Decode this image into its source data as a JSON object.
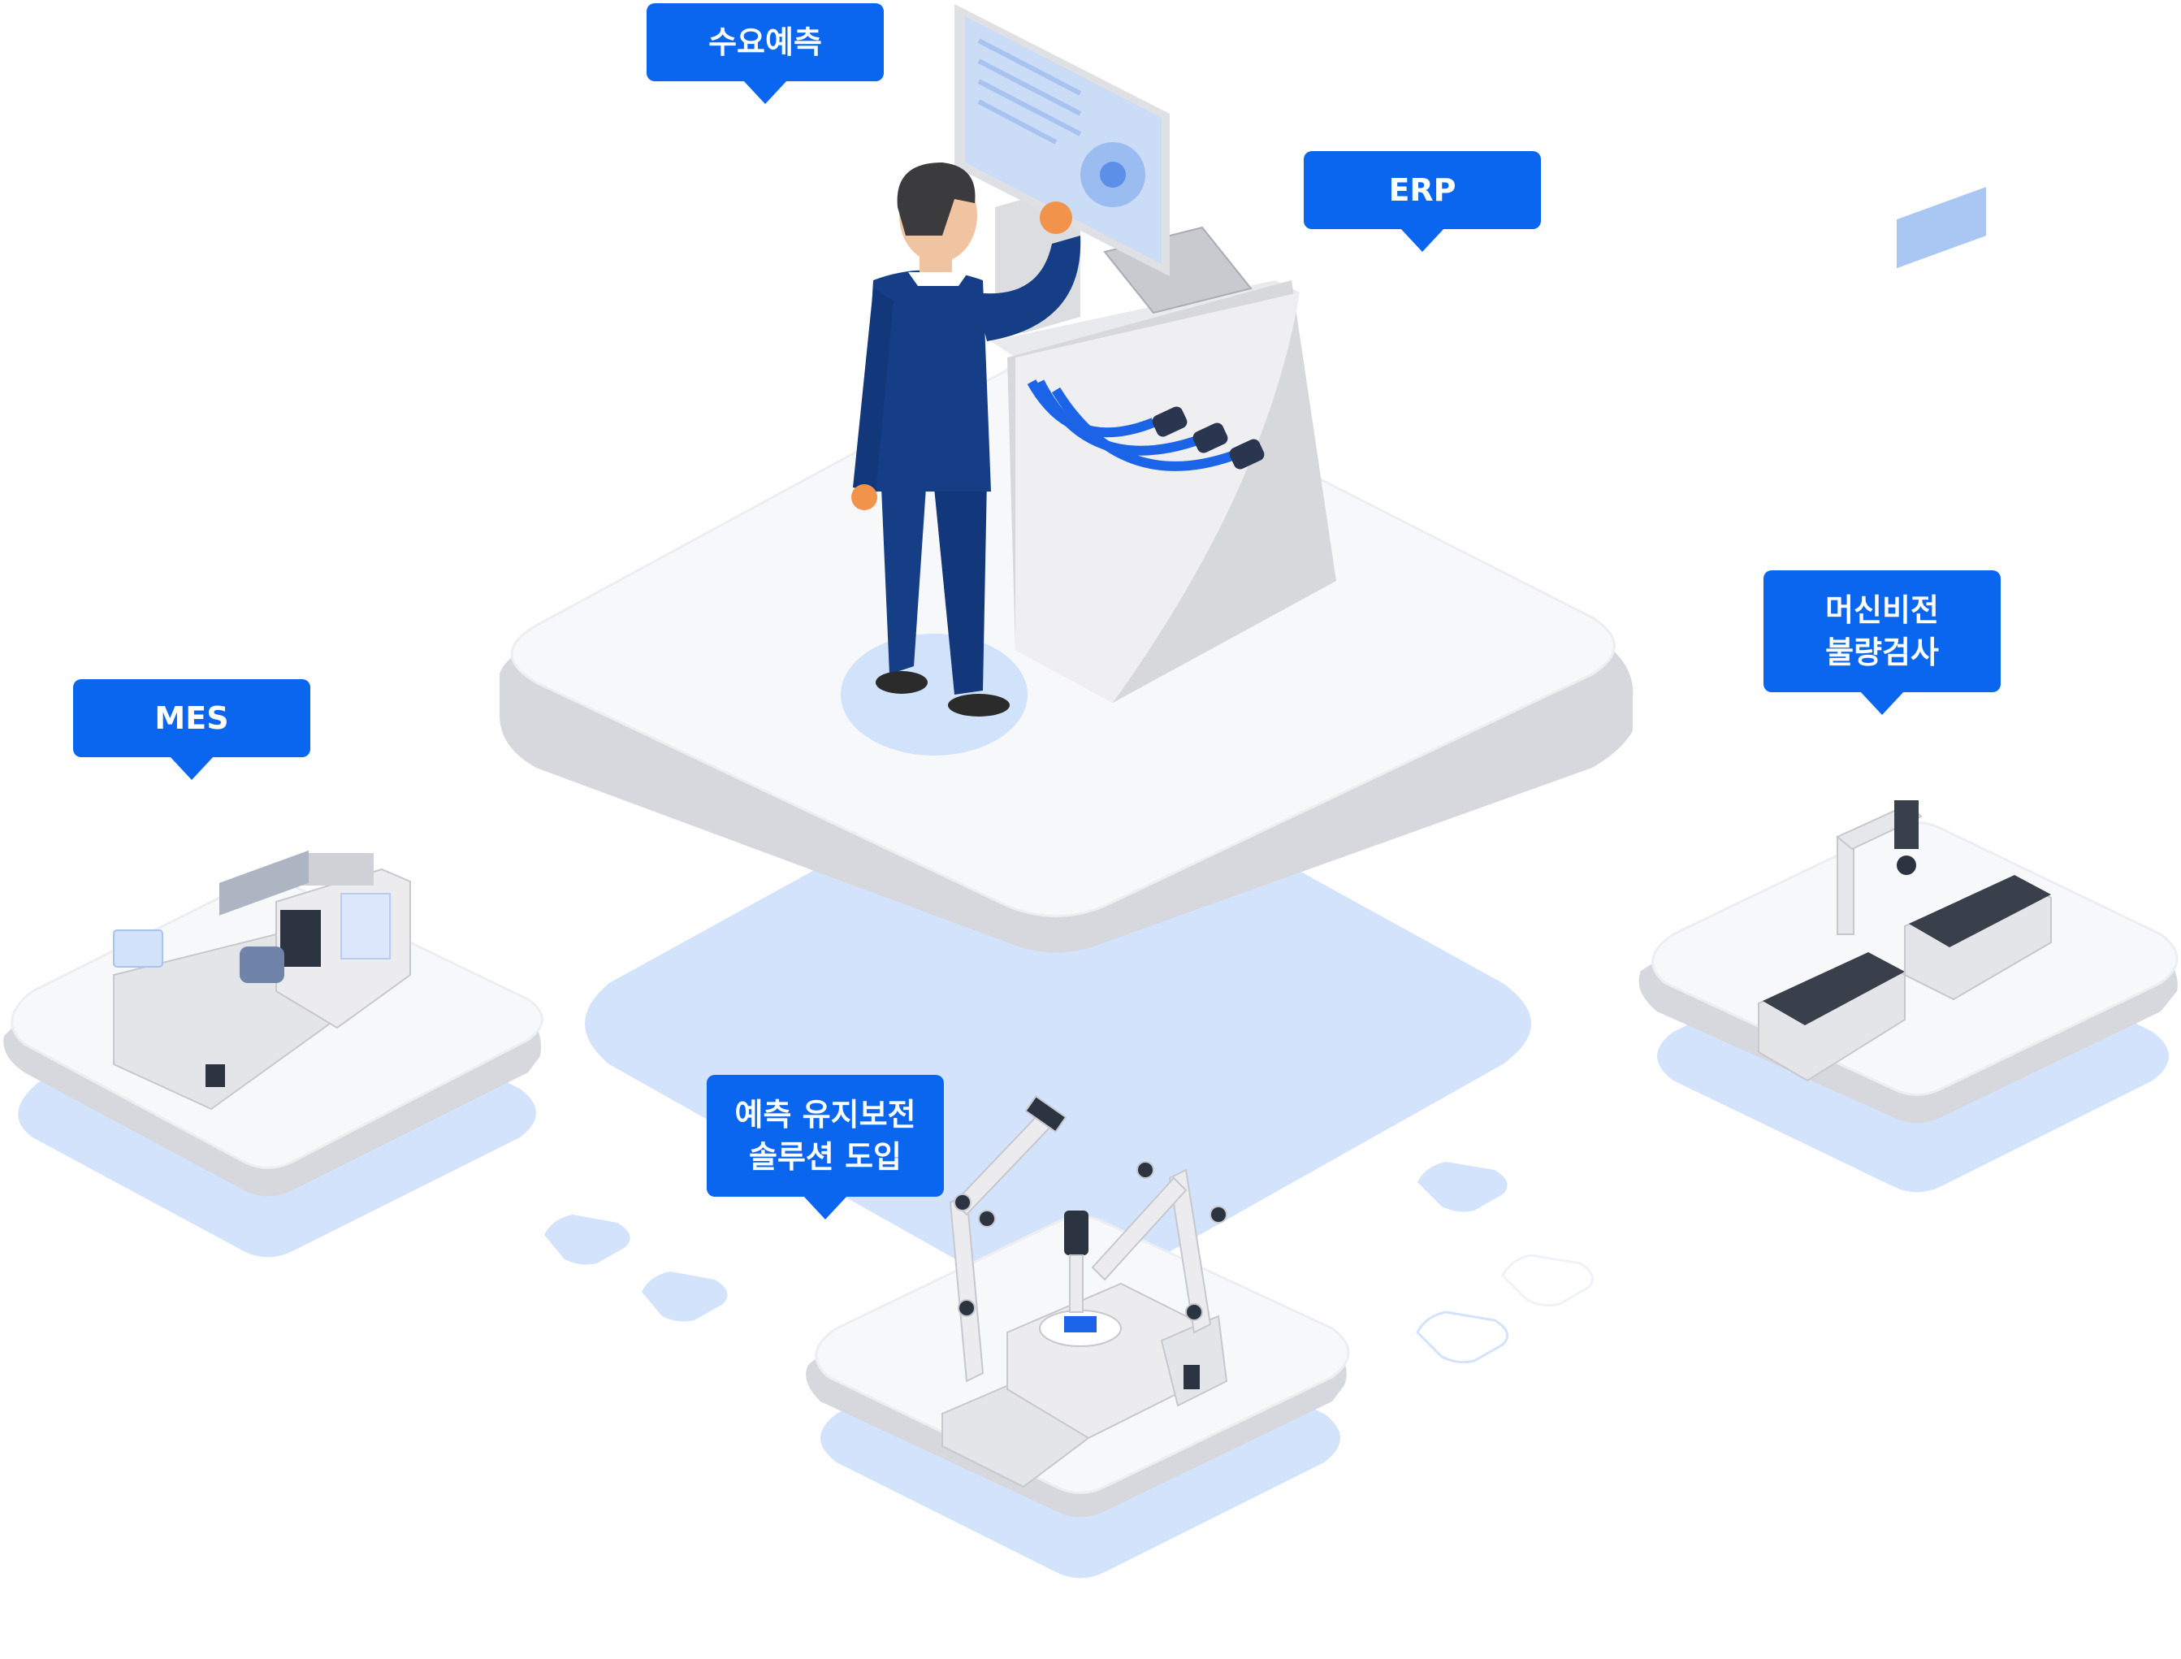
{
  "callouts": {
    "demand": "수요예측",
    "erp": "ERP",
    "mes": "MES",
    "vision": "머신비전\n불량검사",
    "maintenance": "예측 유지보전\n솔루션 도입"
  },
  "colors": {
    "accent": "#0a66ef",
    "platform_top": "#f7f8fa",
    "platform_side": "#d6d8de",
    "platform_shadow": "#d3e3fb",
    "suit": "#153e87",
    "machine": "#e4e5e8"
  }
}
